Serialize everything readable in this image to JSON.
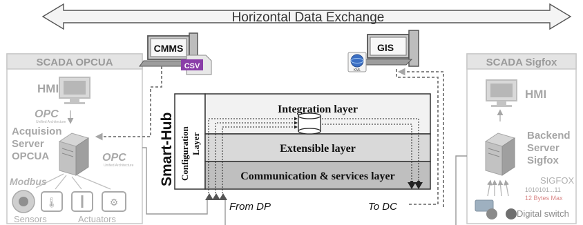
{
  "banner": {
    "title": "Horizontal Data Exchange"
  },
  "cmms": {
    "label": "CMMS",
    "file_label": "CSV"
  },
  "gis": {
    "label": "GIS",
    "file_label": "KML"
  },
  "scada_opcua": {
    "title": "SCADA OPCUA",
    "hmi_label": "HMI",
    "server_label_lines": [
      "Acquision",
      "Server",
      "OPCUA"
    ],
    "opc_text": "OPC",
    "opc_subtext": "Unified Architecture",
    "modbus_text": "Modbus",
    "sensors_label": "Sensors",
    "actuators_label": "Actuators"
  },
  "scada_sigfox": {
    "title": "SCADA Sigfox",
    "hmi_label": "HMI",
    "server_label_lines": [
      "Backend",
      "Server",
      "Sigfox"
    ],
    "sigfox_text": "SIGFOX",
    "bits_text": "1010101...11",
    "bytes_text": "12 Bytes Max",
    "digital_switch_label": "Digital switch"
  },
  "smart_hub": {
    "title": "Smart-Hub",
    "config_lines": [
      "Configuration",
      "Layer"
    ],
    "layers": [
      "Integration layer",
      "Extensible layer",
      "Communication & services layer"
    ]
  },
  "flows": {
    "from_dp": "From DP",
    "to_dc": "To DC"
  },
  "colors": {
    "gray_text": "#a6a6a6",
    "dark": "#1a1a1a",
    "box_border": "#c8c8c8",
    "layer_light": "#f2f2f2",
    "layer_mid": "#d9d9d9",
    "layer_dark": "#bfbfbf",
    "csv_purple": "#8a3ea8"
  }
}
